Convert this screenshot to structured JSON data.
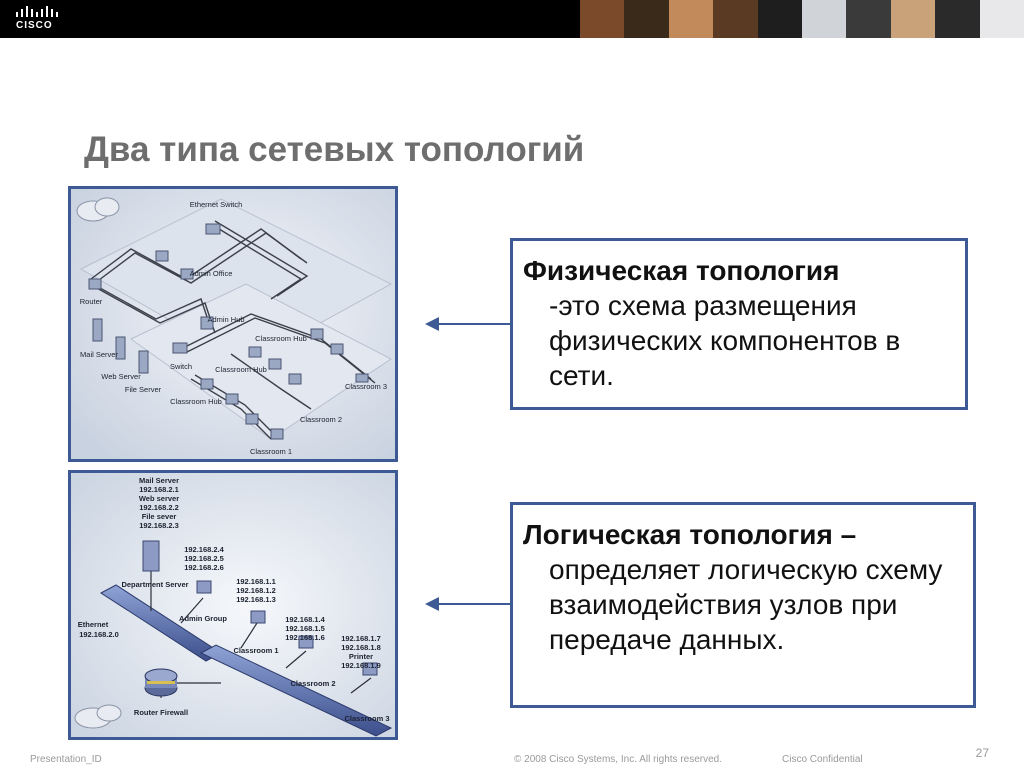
{
  "header": {
    "logo_text": "CISCO",
    "photo_colors": [
      "#7a4a2a",
      "#3a2a1a",
      "#c28a5a",
      "#5a3a22",
      "#1e1e1e",
      "#d0d4d8",
      "#3a3a3a",
      "#caa27a",
      "#2a2a2a",
      "#e8e8ea"
    ]
  },
  "slide": {
    "title": "Два типа сетевых топологий",
    "physical": {
      "heading": "Физическая топология",
      "body": "-это схема размещения физических компонентов в сети."
    },
    "logical": {
      "heading": "Логическая топология –",
      "body": "определяет логическую схему взаимодействия узлов при передаче данных."
    }
  },
  "physical_diagram": {
    "ethernet_switch": "Ethernet Switch",
    "admin_office": "Admin Office",
    "router": "Router",
    "admin_hub": "Admin Hub",
    "classroom_hub_1": "Classroom Hub",
    "mail_server": "Mail Server",
    "web_server": "Web Server",
    "file_server": "File Server",
    "switch": "Switch",
    "classroom_hub_2": "Classroom Hub",
    "classroom_hub_3": "Classroom Hub",
    "classroom_3": "Classroom 3",
    "classroom_2": "Classroom 2",
    "classroom_1": "Classroom 1"
  },
  "logical_diagram": {
    "servers_block": [
      "Mail Server",
      "192.168.2.1",
      "Web server",
      "192.168.2.2",
      "File sever",
      "192.168.2.3"
    ],
    "dept_ips": [
      "192.168.2.4",
      "192.168.2.5",
      "192.168.2.6"
    ],
    "department_server": "Department Server",
    "admin_ips": [
      "192.168.1.1",
      "192.168.1.2",
      "192.168.1.3"
    ],
    "admin_group": "Admin Group",
    "ethernet": "Ethernet",
    "ethernet_ip": "192.168.2.0",
    "class1_ips": [
      "192.168.1.4",
      "192.168.1.5",
      "192.168.1.6"
    ],
    "classroom_1": "Classroom 1",
    "printer_ips": [
      "192.168.1.7",
      "192.168.1.8",
      "Printer",
      "192.168.1.9"
    ],
    "classroom_2": "Classroom 2",
    "router_firewall": "Router Firewall",
    "classroom_3": "Classroom 3"
  },
  "footer": {
    "presentation_id": "Presentation_ID",
    "copyright": "© 2008 Cisco Systems, Inc. All rights reserved.",
    "confidential": "Cisco Confidential",
    "page": "27"
  }
}
